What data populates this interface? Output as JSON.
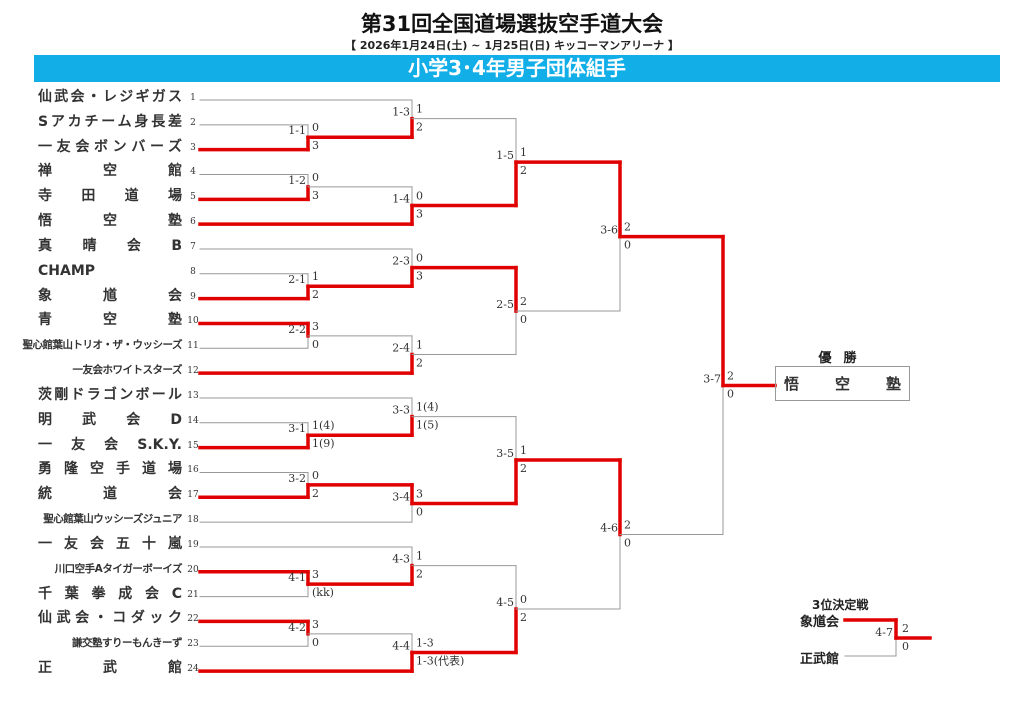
{
  "header": {
    "title": "第31回全国道場選抜空手道大会",
    "subtitle": "【 2026年1月24日(土) ~ 1月25日(日)  キッコーマンアリーナ 】",
    "division": "小学3･4年男子団体組手"
  },
  "colors": {
    "banner": "#11aee8",
    "win_line": "#e00000",
    "line": "#999999"
  },
  "teams": [
    {
      "seed": "1",
      "name": "仙武会・レジギガス"
    },
    {
      "seed": "2",
      "name": "Sアカチーム身長差"
    },
    {
      "seed": "3",
      "name": "一友会ボンバーズ"
    },
    {
      "seed": "4",
      "name": "禅空館"
    },
    {
      "seed": "5",
      "name": "寺田道場"
    },
    {
      "seed": "6",
      "name": "悟空塾"
    },
    {
      "seed": "7",
      "name": "真晴会B"
    },
    {
      "seed": "8",
      "name": "CHAMP"
    },
    {
      "seed": "9",
      "name": "象馗会"
    },
    {
      "seed": "10",
      "name": "青空塾"
    },
    {
      "seed": "11",
      "name": "聖心館葉山トリオ・ザ・ウッシーズ"
    },
    {
      "seed": "12",
      "name": "一友会ホワイトスターズ"
    },
    {
      "seed": "13",
      "name": "茨剛ドラゴンボール"
    },
    {
      "seed": "14",
      "name": "明武会D"
    },
    {
      "seed": "15",
      "name": "一友会S.K.Y."
    },
    {
      "seed": "16",
      "name": "勇隆空手道場"
    },
    {
      "seed": "17",
      "name": "統道会"
    },
    {
      "seed": "18",
      "name": "聖心館葉山ウッシーズジュニア"
    },
    {
      "seed": "19",
      "name": "一友会五十嵐"
    },
    {
      "seed": "20",
      "name": "川口空手Aタイガーボーイズ"
    },
    {
      "seed": "21",
      "name": "千葉拳成会C"
    },
    {
      "seed": "22",
      "name": "仙武会・コダック"
    },
    {
      "seed": "23",
      "name": "謙交塾すりーもんきーず"
    },
    {
      "seed": "24",
      "name": "正武館"
    }
  ],
  "matches": [
    {
      "id": "1-1",
      "top": "t2",
      "bottom": "t3",
      "scores": [
        "0",
        "3"
      ],
      "winner": "bottom"
    },
    {
      "id": "1-3",
      "top": "t1",
      "bottom": "1-1",
      "scores": [
        "1",
        "2"
      ],
      "winner": "bottom"
    },
    {
      "id": "1-2",
      "top": "t4",
      "bottom": "t5",
      "scores": [
        "0",
        "3"
      ],
      "winner": "bottom"
    },
    {
      "id": "1-4",
      "top": "1-2",
      "bottom": "t6",
      "scores": [
        "0",
        "3"
      ],
      "winner": "bottom"
    },
    {
      "id": "1-5",
      "top": "1-3",
      "bottom": "1-4",
      "scores": [
        "1",
        "2"
      ],
      "winner": "bottom"
    },
    {
      "id": "2-1",
      "top": "t8",
      "bottom": "t9",
      "scores": [
        "1",
        "2"
      ],
      "winner": "bottom"
    },
    {
      "id": "2-3",
      "top": "t7",
      "bottom": "2-1",
      "scores": [
        "0",
        "3"
      ],
      "winner": "bottom"
    },
    {
      "id": "2-2",
      "top": "t10",
      "bottom": "t11",
      "scores": [
        "3",
        "0"
      ],
      "winner": "top"
    },
    {
      "id": "2-4",
      "top": "2-2",
      "bottom": "t12",
      "scores": [
        "1",
        "2"
      ],
      "winner": "bottom"
    },
    {
      "id": "2-5",
      "top": "2-3",
      "bottom": "2-4",
      "scores": [
        "2",
        "0"
      ],
      "winner": "top"
    },
    {
      "id": "3-6",
      "top": "1-5",
      "bottom": "2-5",
      "scores": [
        "2",
        "0"
      ],
      "winner": "top"
    },
    {
      "id": "3-1",
      "top": "t14",
      "bottom": "t15",
      "scores": [
        "1(4)",
        "1(9)"
      ],
      "winner": "bottom"
    },
    {
      "id": "3-3",
      "top": "t13",
      "bottom": "3-1",
      "scores": [
        "1(4)",
        "1(5)"
      ],
      "winner": "bottom"
    },
    {
      "id": "3-2",
      "top": "t16",
      "bottom": "t17",
      "scores": [
        "0",
        "2"
      ],
      "winner": "bottom"
    },
    {
      "id": "3-4",
      "top": "3-2",
      "bottom": "t18",
      "scores": [
        "3",
        "0"
      ],
      "winner": "top"
    },
    {
      "id": "3-5",
      "top": "3-3",
      "bottom": "3-4",
      "scores": [
        "1",
        "2"
      ],
      "winner": "bottom"
    },
    {
      "id": "4-1",
      "top": "t20",
      "bottom": "t21",
      "scores": [
        "3",
        "(kk)"
      ],
      "winner": "top"
    },
    {
      "id": "4-3",
      "top": "t19",
      "bottom": "4-1",
      "scores": [
        "1",
        "2"
      ],
      "winner": "bottom"
    },
    {
      "id": "4-2",
      "top": "t22",
      "bottom": "t23",
      "scores": [
        "3",
        "0"
      ],
      "winner": "top"
    },
    {
      "id": "4-4",
      "top": "4-2",
      "bottom": "t24",
      "scores": [
        "1-3",
        "1-3(代表)"
      ],
      "winner": "bottom"
    },
    {
      "id": "4-5",
      "top": "4-3",
      "bottom": "4-4",
      "scores": [
        "0",
        "2"
      ],
      "winner": "bottom"
    },
    {
      "id": "4-6",
      "top": "3-5",
      "bottom": "4-5",
      "scores": [
        "2",
        "0"
      ],
      "winner": "top"
    },
    {
      "id": "3-7",
      "top": "3-6",
      "bottom": "4-6",
      "scores": [
        "2",
        "0"
      ],
      "winner": "top",
      "final": true
    }
  ],
  "champion": {
    "label": "優勝",
    "name": "悟空塾"
  },
  "third_place": {
    "label": "3位決定戦",
    "match": "4-7",
    "top": "象馗会",
    "bottom": "正武館",
    "scores": [
      "2",
      "0"
    ],
    "winner": "top"
  }
}
